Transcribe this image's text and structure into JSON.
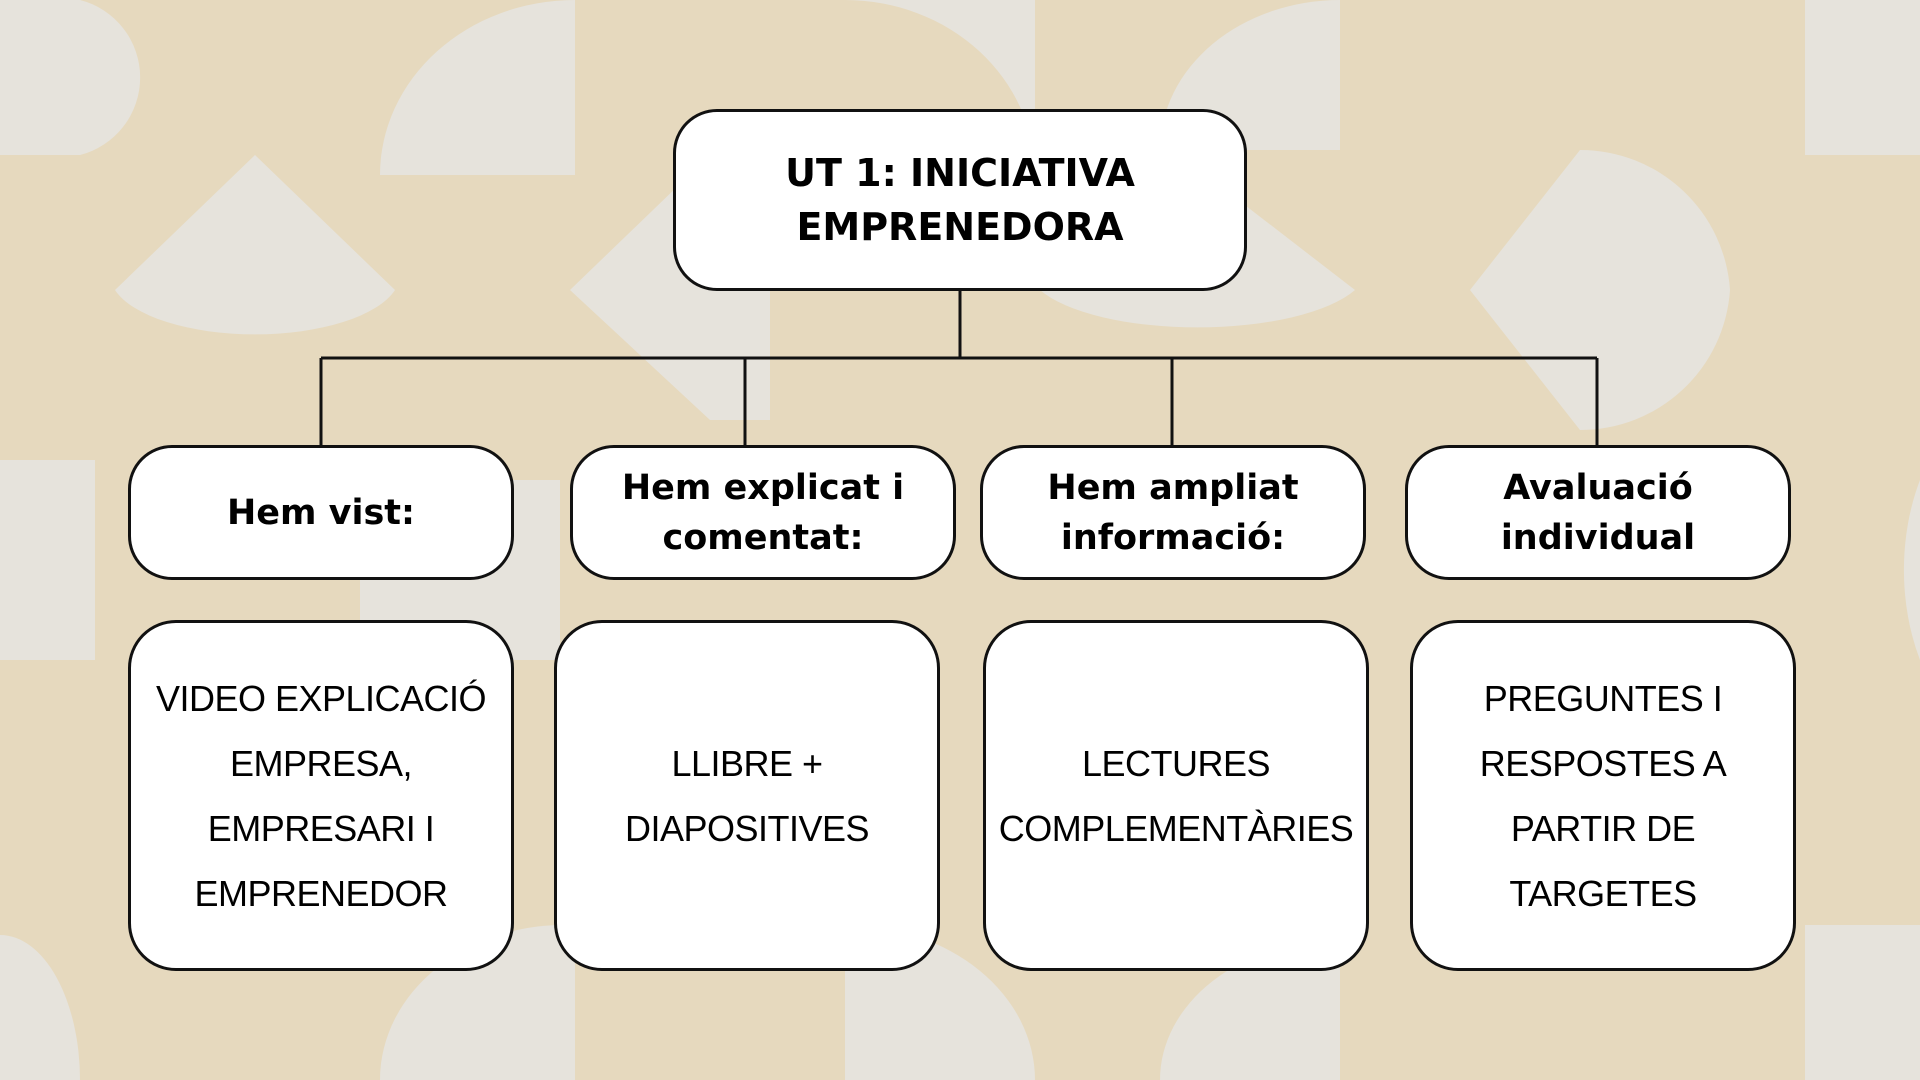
{
  "colors": {
    "background": "#e6d9be",
    "shapes": "#e6e3dc",
    "box_fill": "#ffffff",
    "box_border": "#111111"
  },
  "diagram": {
    "root": {
      "label": "UT 1: INICIATIVA\nEMPRENEDORA"
    },
    "columns": [
      {
        "header": "Hem vist:",
        "content": "VIDEO EXPLICACIÓ\nEMPRESA, EMPRESARI I\nEMPRENEDOR"
      },
      {
        "header": "Hem explicat i\ncomentat:",
        "content": "LLIBRE + DIAPOSITIVES"
      },
      {
        "header": "Hem ampliat\ninformació:",
        "content": "LECTURES\nCOMPLEMENTÀRIES"
      },
      {
        "header": "Avaluació\nindividual",
        "content": "PREGUNTES I\nRESPOSTES A PARTIR DE\nTARGETES"
      }
    ]
  }
}
